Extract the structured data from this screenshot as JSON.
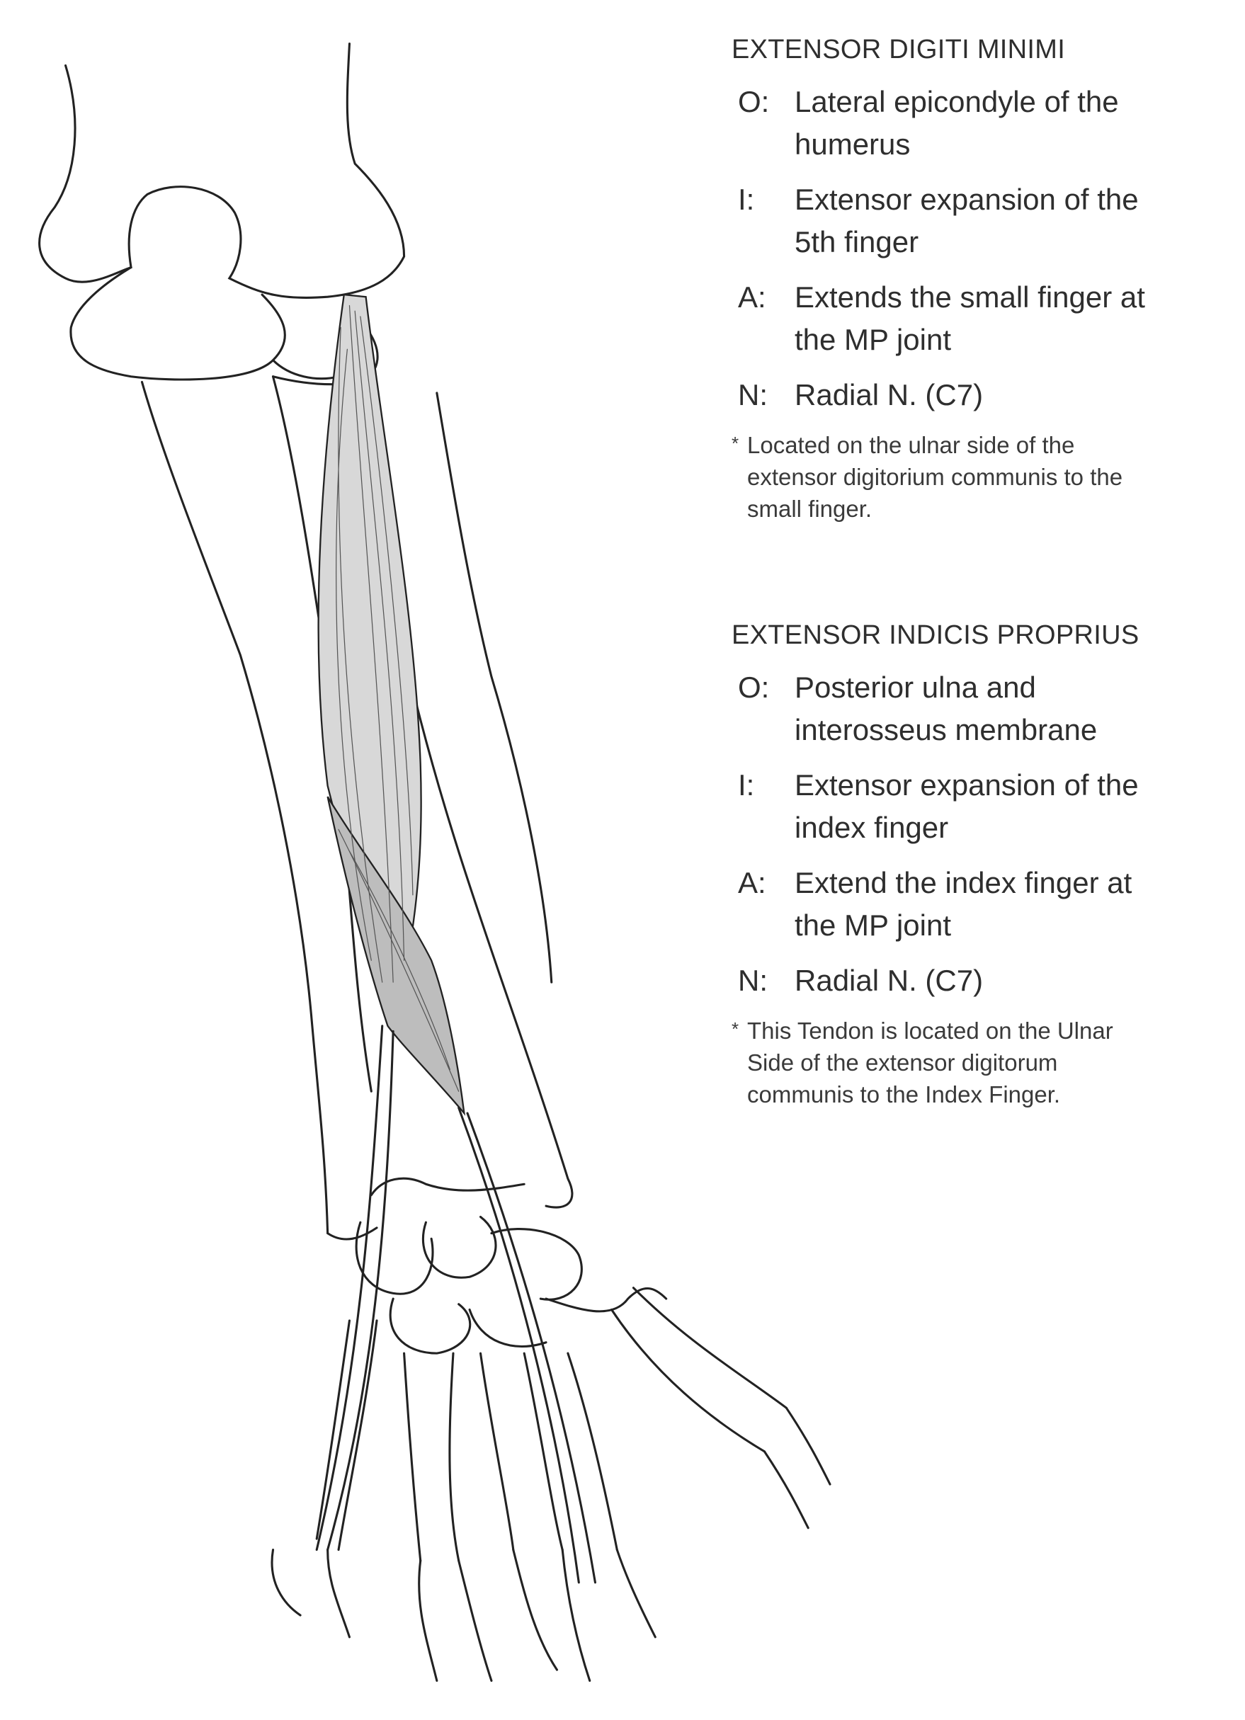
{
  "sections": [
    {
      "title": "EXTENSOR DIGITI MINIMI",
      "items": [
        {
          "label": "O:",
          "lines": [
            "Lateral epicondyle of the",
            "humerus"
          ]
        },
        {
          "label": "I:",
          "lines": [
            "Extensor expansion of the",
            "5th finger"
          ]
        },
        {
          "label": "A:",
          "lines": [
            "Extends the small finger at",
            "the MP joint"
          ]
        },
        {
          "label": "N:",
          "lines": [
            "Radial N. (C7)"
          ]
        }
      ],
      "note": {
        "marker": "*",
        "lines": [
          "Located on the ulnar side of the",
          "extensor digitorium communis to the",
          "small finger."
        ]
      }
    },
    {
      "title": "EXTENSOR INDICIS PROPRIUS",
      "items": [
        {
          "label": "O:",
          "lines": [
            "Posterior ulna and",
            "interosseus membrane"
          ]
        },
        {
          "label": "I:",
          "lines": [
            "Extensor expansion of the",
            "index finger"
          ]
        },
        {
          "label": "A:",
          "lines": [
            "Extend the index finger at",
            "the MP joint"
          ]
        },
        {
          "label": "N:",
          "lines": [
            "Radial N. (C7)"
          ]
        }
      ],
      "note": {
        "marker": "*",
        "lines": [
          "This Tendon is located on the Ulnar",
          "Side of the extensor digitorum",
          "communis to the Index Finger."
        ]
      }
    }
  ]
}
